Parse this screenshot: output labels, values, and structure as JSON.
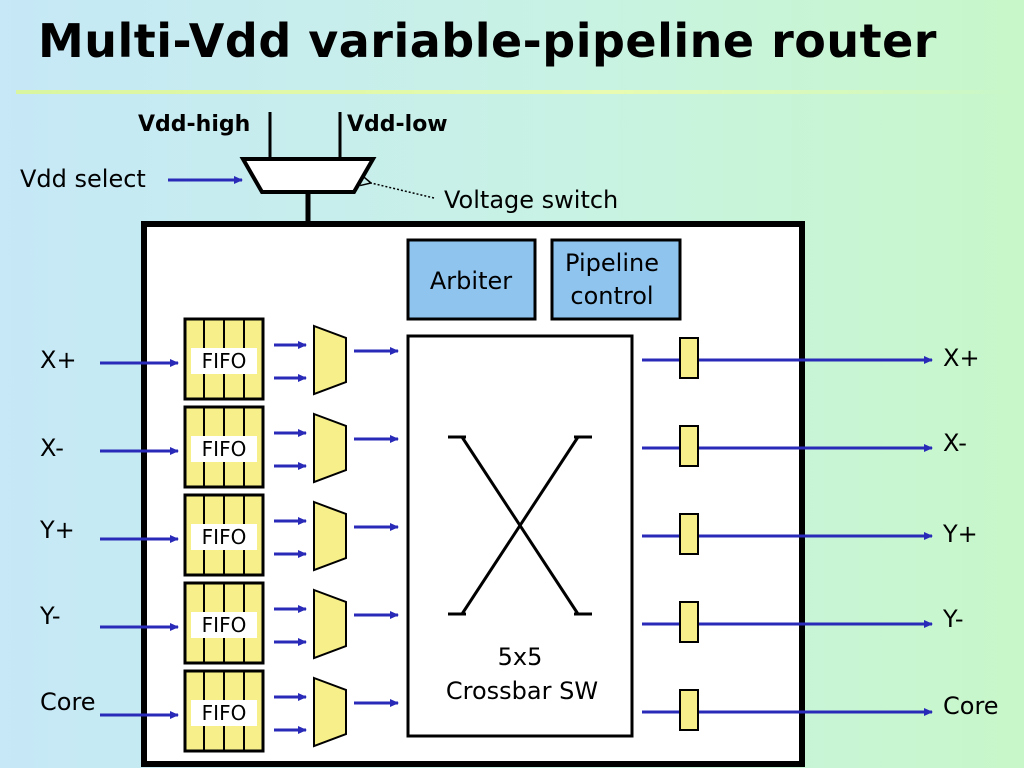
{
  "title": "Multi-Vdd variable-pipeline router",
  "supply": {
    "high": "Vdd-high",
    "low": "Vdd-low",
    "select": "Vdd select",
    "switch": "Voltage switch"
  },
  "blocks": {
    "arbiter": "Arbiter",
    "pipeline_line1": "Pipeline",
    "pipeline_line2": "control",
    "crossbar_line1": "5x5",
    "crossbar_line2": "Crossbar SW",
    "fifo": "FIFO"
  },
  "inputs": [
    "X+",
    "X-",
    "Y+",
    "Y-",
    "Core"
  ],
  "outputs": [
    "X+",
    "X-",
    "Y+",
    "Y-",
    "Core"
  ],
  "colors": {
    "arrow": "#2a2ab8",
    "block_fill": "#8fc4ef",
    "fifo_fill": "#f7f08a",
    "router_fill": "#ffffff"
  }
}
